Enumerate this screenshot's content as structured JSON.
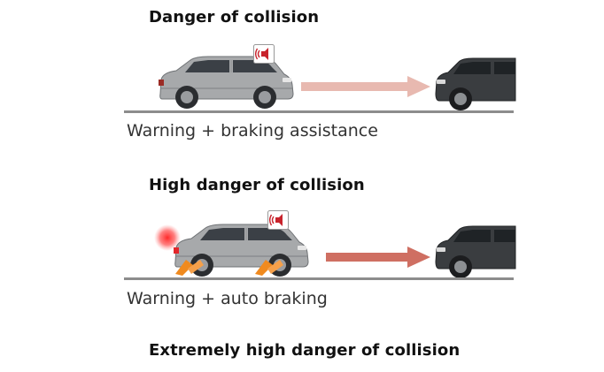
{
  "scenarios": [
    {
      "heading": "Danger of collision",
      "caption": "Warning + braking assistance",
      "arrow_color": "#e8b9b0"
    },
    {
      "heading": "High danger of collision",
      "caption": "Warning + auto braking",
      "arrow_color": "#cf6f62"
    },
    {
      "heading": "Extremely high danger of collision"
    }
  ],
  "icons": {
    "alert": "warning-speaker-icon",
    "brake_light": "brake-light-glow",
    "braking": "wheel-braking-icon"
  },
  "colors": {
    "own_car": "#a7a9ab",
    "lead_car": "#3a3d40",
    "road": "#8c8c8c",
    "alert_red": "#c8232c",
    "brake_orange": "#f08a1e"
  }
}
